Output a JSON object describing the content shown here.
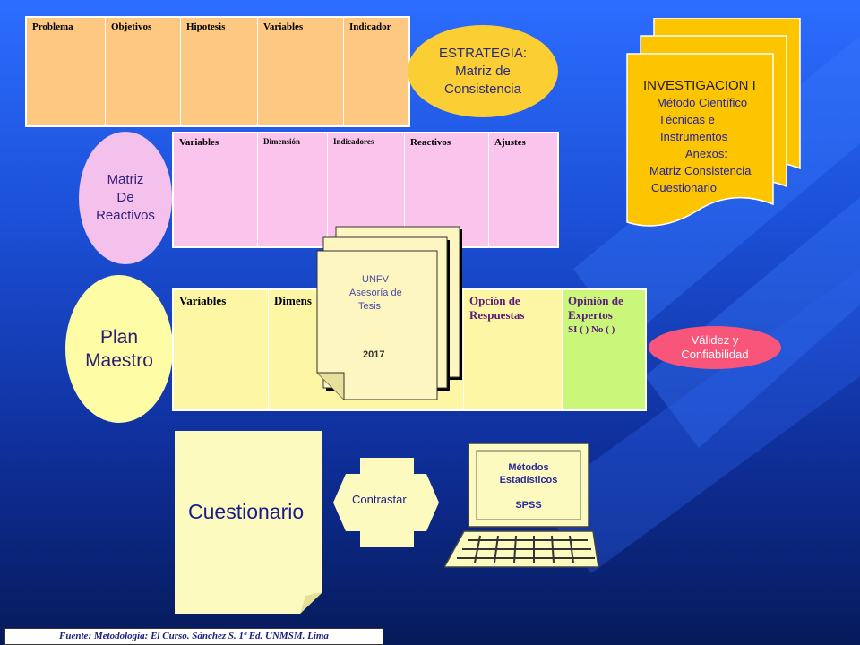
{
  "table_top": {
    "headers": [
      "Problema",
      "Objetivos",
      "Hipotesis",
      "Variables",
      "Indicador"
    ],
    "fill": "#fdc882"
  },
  "estrategia": {
    "lines": [
      "ESTRATEGIA:",
      "Matriz de",
      "Consistencia"
    ],
    "fill": "#fbcf33"
  },
  "investigacion": {
    "title": "INVESTIGACION I",
    "items": [
      "Método Científico",
      "Técnicas e",
      "Instrumentos",
      "Anexos:",
      "Matriz Consistencia",
      "Cuestionario"
    ],
    "fill": "#fdc400"
  },
  "matriz_reactivos": {
    "lines": [
      "Matriz",
      "De",
      "Reactivos"
    ],
    "table_headers": [
      "Variables",
      "Dimensión",
      "Indicadores",
      "Reactivos",
      "Ajustes"
    ],
    "fill": "#fbc4ec"
  },
  "plan_maestro": {
    "lines": [
      "Plan",
      "Maestro"
    ],
    "table_headers": [
      "Variables",
      "Dimens",
      "Opción de",
      "Respuestas",
      "Opinión de",
      "Expertos",
      "SI ( )  No ( )"
    ],
    "fill": "#fdf7a5",
    "expert_fill": "#caf77a"
  },
  "validez": {
    "lines": [
      "Válidez y",
      "Confiabilidad"
    ],
    "fill": "#f7567a"
  },
  "unfv": {
    "lines": [
      "UNFV",
      "Asesoría de",
      "Tesis"
    ],
    "year": "2017"
  },
  "cuestionario": {
    "label": "Cuestionario"
  },
  "contrastar": {
    "label": "Contrastar"
  },
  "laptop": {
    "lines": [
      "Métodos",
      "Estadísticos"
    ],
    "spss": "SPSS"
  },
  "footer": {
    "text": "Fuente: Metodología: El Curso. Sánchez S. 1ª Ed. UNMSM.  Lima"
  }
}
